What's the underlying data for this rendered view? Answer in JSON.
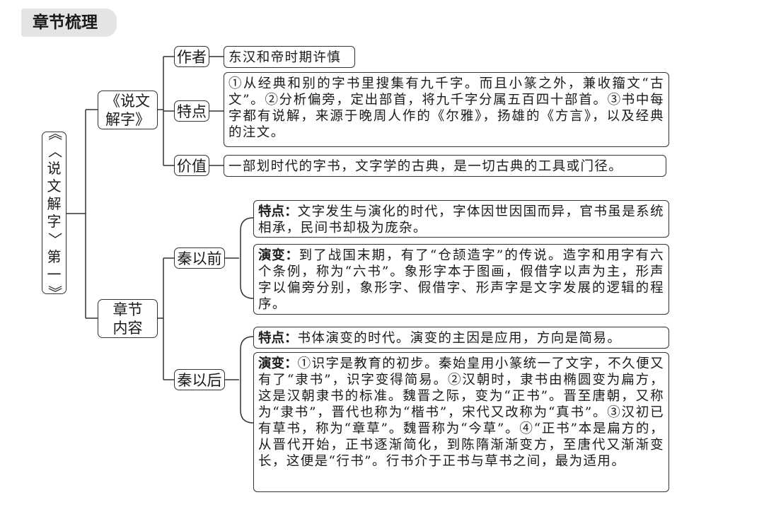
{
  "header": {
    "title": "章节梳理"
  },
  "root": {
    "chars": [
      "《",
      "〈",
      "说",
      "文",
      "解",
      "字",
      "〉",
      "第",
      "一",
      "》"
    ]
  },
  "shuowen": {
    "title_line1": "《说文",
    "title_line2": "解字》",
    "author": {
      "label": "作者",
      "text": "东汉和帝时期许慎"
    },
    "features": {
      "label": "特点",
      "text": "①从经典和别的字书里搜集有九千字。而且小篆之外，兼收籀文“古文”。②分析偏旁，定出部首，将九千字分属五百四十部首。③书中每字都有说解，来源于晚周人作的《尔雅》，扬雄的《方言》，以及经典的注文。"
    },
    "value": {
      "label": "价值",
      "text": "一部划时代的字书，文字学的古典，是一切古典的工具或门径。"
    }
  },
  "chapter": {
    "title_line1": "章节",
    "title_line2": "内容",
    "before_qin": {
      "label": "秦以前",
      "feature_label": "特点：",
      "feature_text": "文字发生与演化的时代，字体因世因国而异，官书虽是系统相承，民间书却极为庞杂。",
      "evolution_label": "演变：",
      "evolution_text": "到了战国末期，有了“仓颉造字”的传说。造字和用字有六个条例，称为“六书”。象形字本于图画，假借字以声为主，形声字以偏旁分别，象形字、假借字、形声字是文字发展的逻辑的程序。"
    },
    "after_qin": {
      "label": "秦以后",
      "feature_label": "特点：",
      "feature_text": "书体演变的时代。演变的主因是应用，方向是简易。",
      "evolution_label": "演变：",
      "evolution_text": "①识字是教育的初步。秦始皇用小篆统一了文字，不久便又有了“隶书”，识字变得简易。②汉朝时，隶书由椭圆变为扁方，这是汉朝隶书的标准。魏晋之际，变为“正书”。晋至唐朝，又称为“隶书”，晋代也称为“楷书”，宋代又改称为“真书”。③汉初已有草书，称为“章草”。魏晋称为“今草”。④“正书”本是扁方的，从晋代开始，正书逐渐简化，到陈隋渐渐变方，至唐代又渐渐变长，这便是“行书”。行书介于正书与草书之间，最为适用。"
    }
  }
}
